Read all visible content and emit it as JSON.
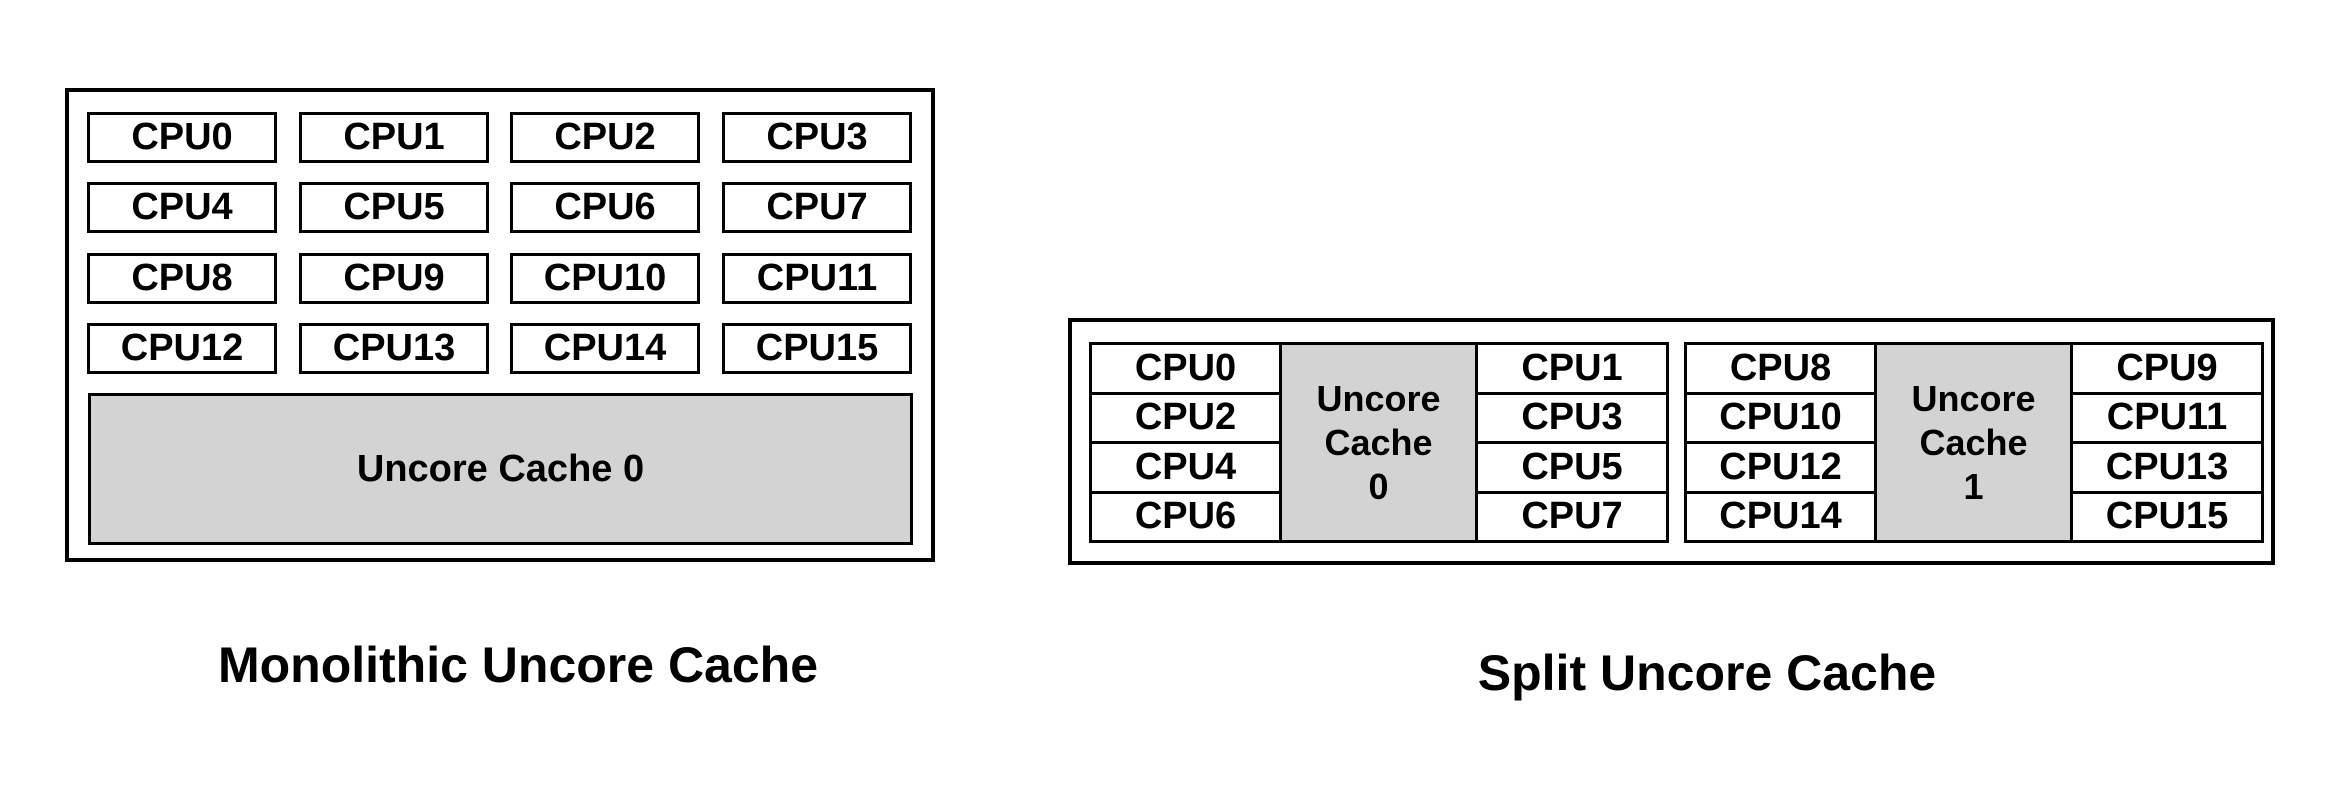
{
  "colors": {
    "background": "#ffffff",
    "border": "#000000",
    "cpu_fill": "#ffffff",
    "cache_fill": "#d3d3d3",
    "text": "#000000"
  },
  "monolithic": {
    "caption": "Monolithic Uncore Cache",
    "cache_label": "Uncore Cache 0",
    "cpus": [
      "CPU0",
      "CPU1",
      "CPU2",
      "CPU3",
      "CPU4",
      "CPU5",
      "CPU6",
      "CPU7",
      "CPU8",
      "CPU9",
      "CPU10",
      "CPU11",
      "CPU12",
      "CPU13",
      "CPU14",
      "CPU15"
    ]
  },
  "split": {
    "caption": "Split Uncore Cache",
    "clusters": [
      {
        "name": "cluster-0",
        "left_cpus": [
          "CPU0",
          "CPU2",
          "CPU4",
          "CPU6"
        ],
        "cache_label_lines": [
          "Uncore",
          "Cache",
          "0"
        ],
        "right_cpus": [
          "CPU1",
          "CPU3",
          "CPU5",
          "CPU7"
        ]
      },
      {
        "name": "cluster-1",
        "left_cpus": [
          "CPU8",
          "CPU10",
          "CPU12",
          "CPU14"
        ],
        "cache_label_lines": [
          "Uncore",
          "Cache",
          "1"
        ],
        "right_cpus": [
          "CPU9",
          "CPU11",
          "CPU13",
          "CPU15"
        ]
      }
    ]
  }
}
